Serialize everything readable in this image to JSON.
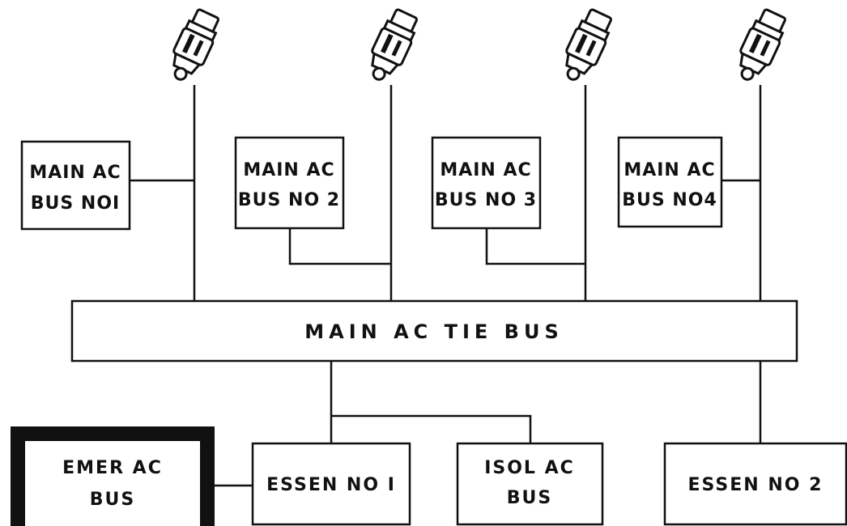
{
  "main_buses": [
    {
      "line1": "MAIN AC",
      "line2": "BUS NOI"
    },
    {
      "line1": "MAIN AC",
      "line2": "BUS NO 2"
    },
    {
      "line1": "MAIN AC",
      "line2": "BUS NO 3"
    },
    {
      "line1": "MAIN AC",
      "line2": "BUS NO4"
    }
  ],
  "tie_bus": {
    "label": "MAIN AC TIE BUS"
  },
  "emer_bus": {
    "line1": "EMER AC",
    "line2": "BUS"
  },
  "essen_1": {
    "label": "ESSEN NO I"
  },
  "isol_bus": {
    "line1": "ISOL AC",
    "line2": "BUS"
  },
  "essen_2": {
    "label": "ESSEN NO 2"
  },
  "generators": [
    {
      "icon": "generator-icon"
    },
    {
      "icon": "generator-icon"
    },
    {
      "icon": "generator-icon"
    },
    {
      "icon": "generator-icon"
    }
  ]
}
